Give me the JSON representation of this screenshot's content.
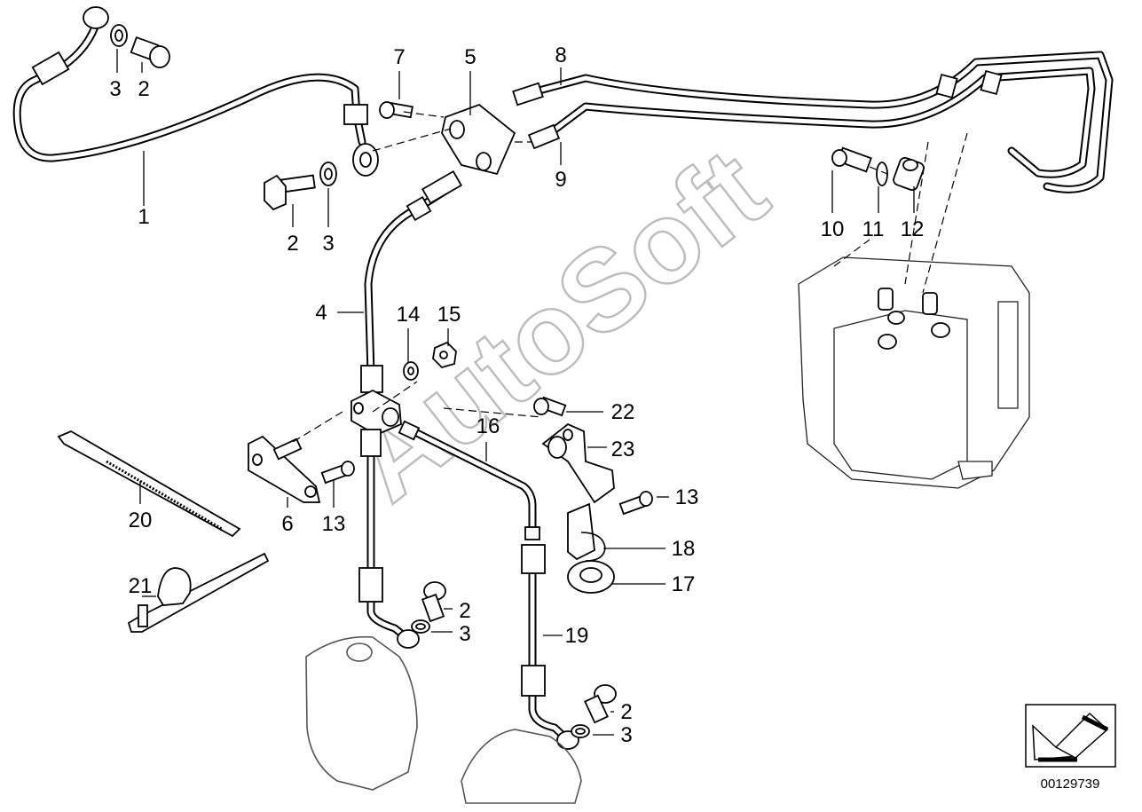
{
  "watermark": "AutoSoft",
  "reference_code": "00129739",
  "callouts": [
    {
      "id": "c1",
      "text": "1"
    },
    {
      "id": "c2a",
      "text": "2"
    },
    {
      "id": "c3a",
      "text": "3"
    },
    {
      "id": "c2b",
      "text": "2"
    },
    {
      "id": "c3b",
      "text": "3"
    },
    {
      "id": "c4",
      "text": "4"
    },
    {
      "id": "c5",
      "text": "5"
    },
    {
      "id": "c6",
      "text": "6"
    },
    {
      "id": "c7",
      "text": "7"
    },
    {
      "id": "c8",
      "text": "8"
    },
    {
      "id": "c9",
      "text": "9"
    },
    {
      "id": "c10",
      "text": "10"
    },
    {
      "id": "c11",
      "text": "11"
    },
    {
      "id": "c12",
      "text": "12"
    },
    {
      "id": "c13a",
      "text": "13"
    },
    {
      "id": "c13b",
      "text": "13"
    },
    {
      "id": "c14",
      "text": "14"
    },
    {
      "id": "c15",
      "text": "15"
    },
    {
      "id": "c16",
      "text": "16"
    },
    {
      "id": "c17",
      "text": "17"
    },
    {
      "id": "c18",
      "text": "18"
    },
    {
      "id": "c19",
      "text": "19"
    },
    {
      "id": "c20",
      "text": "20"
    },
    {
      "id": "c21",
      "text": "21"
    },
    {
      "id": "c22",
      "text": "22"
    },
    {
      "id": "c23",
      "text": "23"
    },
    {
      "id": "c2c",
      "text": "2"
    },
    {
      "id": "c3c",
      "text": "3"
    },
    {
      "id": "c2d",
      "text": "2"
    },
    {
      "id": "c3d",
      "text": "3"
    }
  ]
}
